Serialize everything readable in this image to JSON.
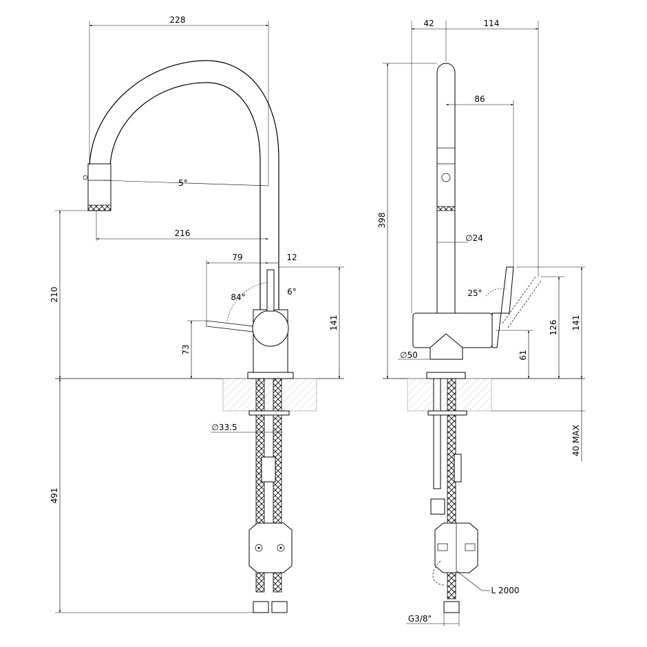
{
  "dimensions": {
    "d228": "228",
    "d5deg": "5°",
    "d216": "216",
    "d79": "79",
    "d12": "12",
    "d84deg": "84°",
    "d6deg": "6°",
    "d210": "210",
    "d73": "73",
    "d141_left": "141",
    "d33_5": "∅33.5",
    "d491": "491",
    "d42": "42",
    "d114": "114",
    "d86": "86",
    "d398": "398",
    "d24": "∅24",
    "d25deg": "25°",
    "d126": "126",
    "d141_right": "141",
    "d50": "∅50",
    "d61": "61",
    "d40max": "40 MAX",
    "l2000": "L 2000",
    "g38": "G3/8\""
  }
}
